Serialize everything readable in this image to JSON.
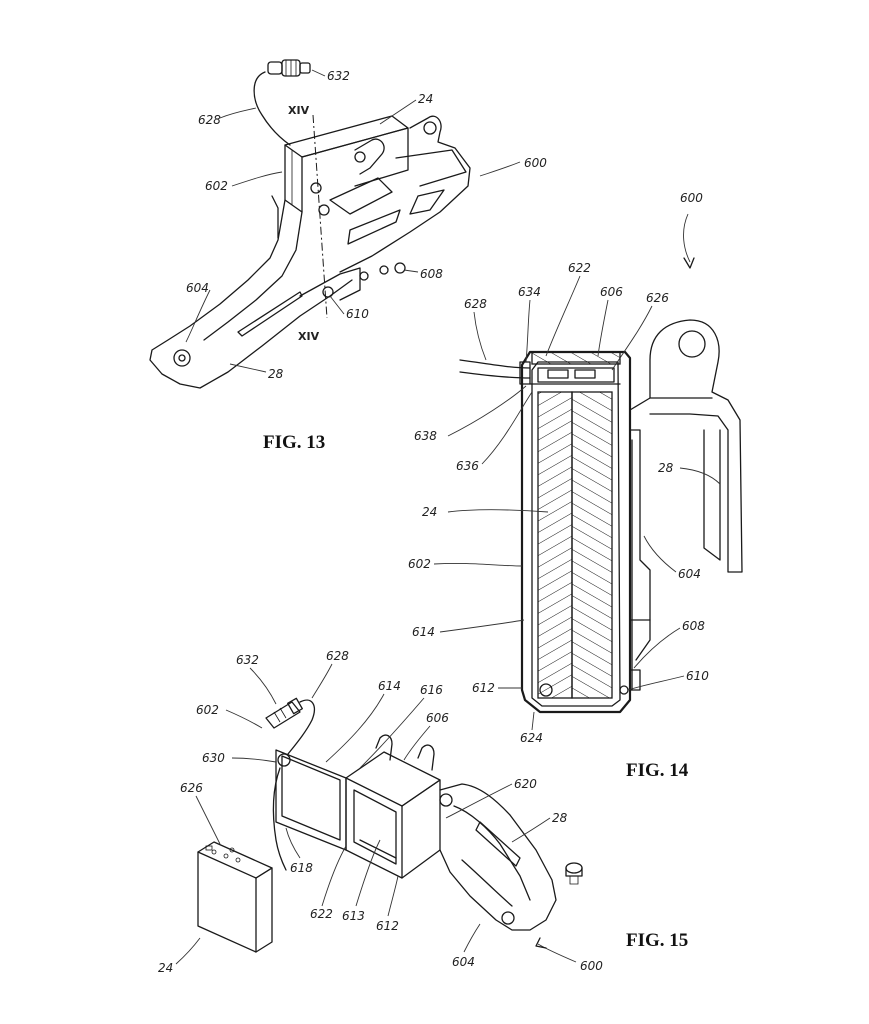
{
  "figures": [
    {
      "id": "fig13",
      "title": "FIG. 13",
      "labels": [
        "632",
        "628",
        "24",
        "XIV",
        "600",
        "602",
        "608",
        "604",
        "610",
        "XIV",
        "28"
      ]
    },
    {
      "id": "fig14",
      "title": "FIG. 14",
      "labels": [
        "600",
        "622",
        "606",
        "626",
        "634",
        "628",
        "638",
        "636",
        "28",
        "24",
        "602",
        "604",
        "614",
        "608",
        "612",
        "610",
        "624"
      ]
    },
    {
      "id": "fig15",
      "title": "FIG. 15",
      "labels": [
        "632",
        "628",
        "614",
        "616",
        "602",
        "606",
        "630",
        "620",
        "626",
        "28",
        "618",
        "622",
        "613",
        "612",
        "604",
        "600",
        "24"
      ]
    }
  ]
}
